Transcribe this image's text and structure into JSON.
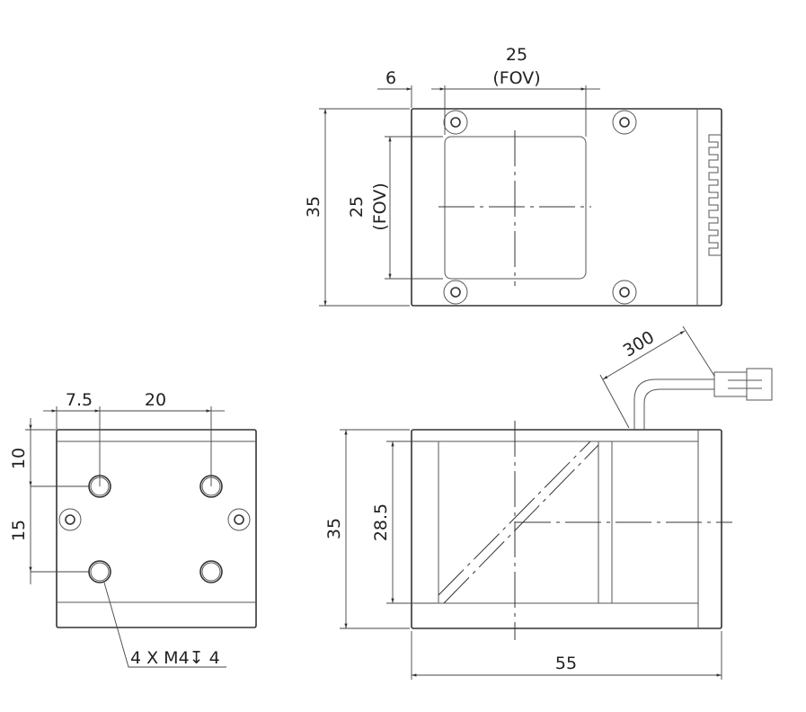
{
  "top_view": {
    "dim_offset": "6",
    "dim_fov_width": "25",
    "dim_fov_width_note": "(FOV)",
    "dim_height": "35",
    "dim_fov_height": "25",
    "dim_fov_height_note": "(FOV)"
  },
  "bottom_view": {
    "dim_x_offset": "7.5",
    "dim_x_spacing": "20",
    "dim_y_offset": "10",
    "dim_y_spacing": "15",
    "hole_callout": "4 X M4↧ 4"
  },
  "side_view": {
    "dim_cable": "300",
    "dim_height": "35",
    "dim_inner_height": "28.5",
    "dim_length": "55"
  }
}
